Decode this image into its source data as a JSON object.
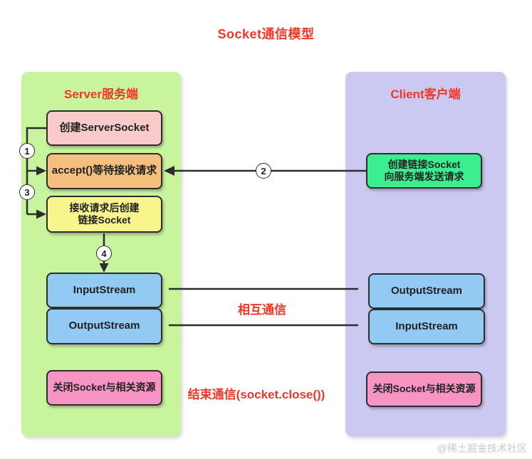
{
  "title": "Socket通信模型",
  "server": {
    "header": "Server服务端",
    "create_serversocket": "创建ServerSocket",
    "accept": "accept()等待接收请求",
    "create_link": {
      "line1": "接收请求后创建",
      "line2": "链接Socket"
    },
    "input_stream": "InputStream",
    "output_stream": "OutputStream",
    "close": "关闭Socket与相关资源"
  },
  "client": {
    "header": "Client客户端",
    "create_socket": {
      "line1": "创建链接Socket",
      "line2": "向服务端发送请求"
    },
    "output_stream": "OutputStream",
    "input_stream": "InputStream",
    "close": "关闭Socket与相关资源"
  },
  "steps": {
    "s1": "1",
    "s2": "2",
    "s3": "3",
    "s4": "4"
  },
  "annotations": {
    "mutual": "相互通信",
    "end": "结束通信(socket.close())"
  },
  "watermark": "@稀土掘金技术社区",
  "colors": {
    "accent_red": "#ee3826",
    "server_panel": "#c9f49e",
    "client_panel": "#cbc9f2",
    "box_pink": "#f9caca",
    "box_orange": "#f6bf7d",
    "box_yellow": "#f7f58b",
    "box_blue": "#93caf4",
    "box_green": "#3bee8f",
    "box_dark_pink": "#f794c3",
    "line_dark": "#2d2d2d",
    "watermark_gray": "#c8c8c8"
  }
}
